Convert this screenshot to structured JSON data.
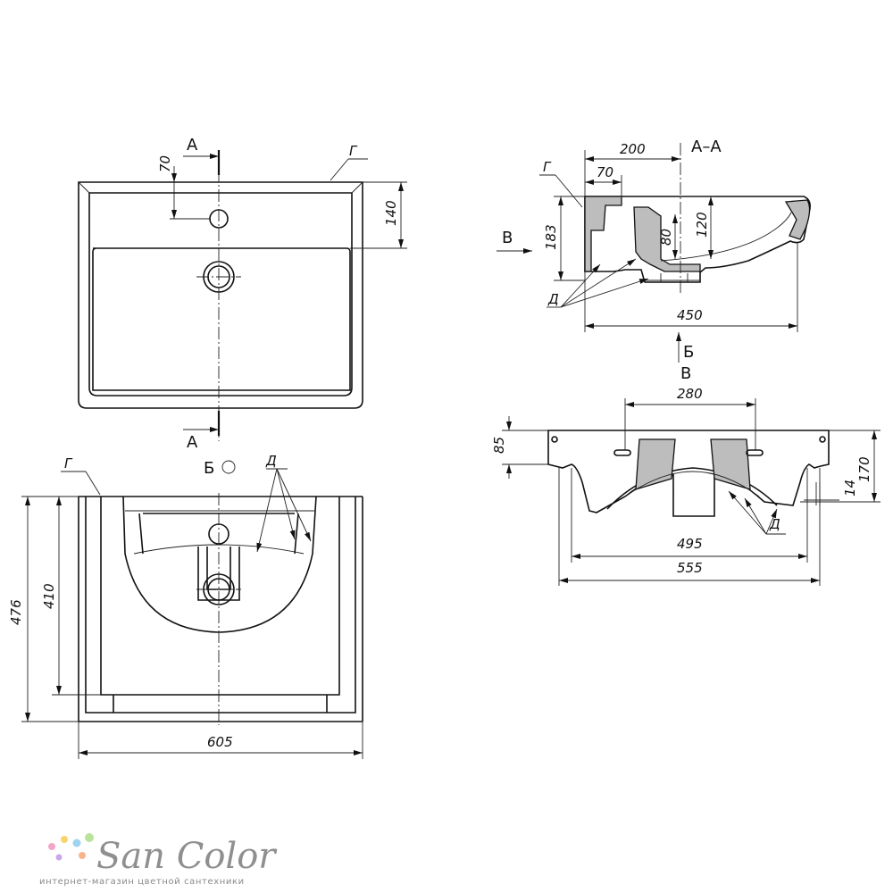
{
  "labels": {
    "section_a": "A",
    "section_aa": "A–A",
    "view_b": "Б",
    "view_v": "В",
    "leader_g": "Г",
    "leader_d": "Д"
  },
  "dims": {
    "top_70": "70",
    "top_140": "140",
    "front_476": "476",
    "front_410": "410",
    "front_605": "605",
    "aa_200": "200",
    "aa_70": "70",
    "aa_183": "183",
    "aa_80": "80",
    "aa_120": "120",
    "aa_450": "450",
    "v_280": "280",
    "v_85": "85",
    "v_170": "170",
    "v_14": "14",
    "v_495": "495",
    "v_555": "555"
  },
  "brand": {
    "name": "San Color",
    "tagline": "интернет-магазин цветной сантехники",
    "dot_colors": [
      "#f4a6c8",
      "#f7d56b",
      "#9fd3f0",
      "#b9e39a",
      "#c9a7ea",
      "#f7b58a"
    ]
  }
}
